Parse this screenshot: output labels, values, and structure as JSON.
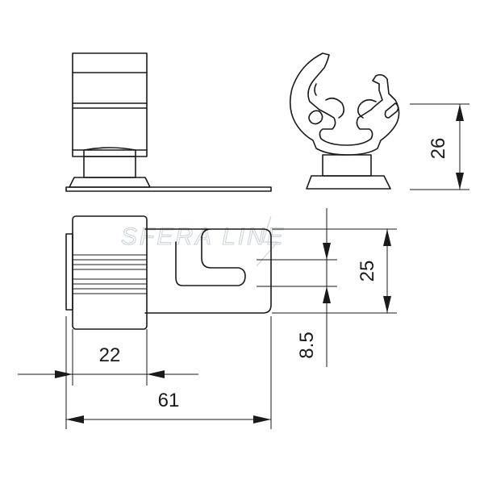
{
  "watermark": "SFERA LINE",
  "dimensions": {
    "height_side": "26",
    "slot_width": "25",
    "edge_offset": "8.5",
    "body_width": "22",
    "total_length": "61"
  }
}
